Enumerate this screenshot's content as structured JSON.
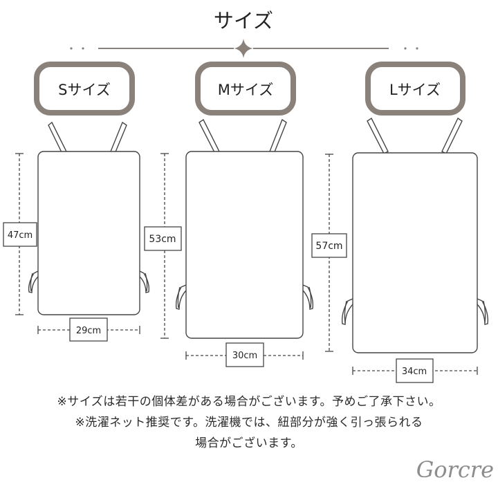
{
  "title": "サイズ",
  "brand": "Gorcre",
  "colors": {
    "frame": "#8a817a",
    "line": "#333333",
    "text": "#222222"
  },
  "sizes": [
    {
      "label": "Sサイズ",
      "height": "47cm",
      "width": "29cm"
    },
    {
      "label": "Mサイズ",
      "height": "53cm",
      "width": "30cm"
    },
    {
      "label": "Lサイズ",
      "height": "57cm",
      "width": "34cm"
    }
  ],
  "notes": [
    "※サイズは若干の個体差がある場合がございます。予めご了承下さい。",
    "※洗濯ネット推奨です。洗濯機では、紐部分が強く引っ張られる",
    "場合がございます。"
  ]
}
